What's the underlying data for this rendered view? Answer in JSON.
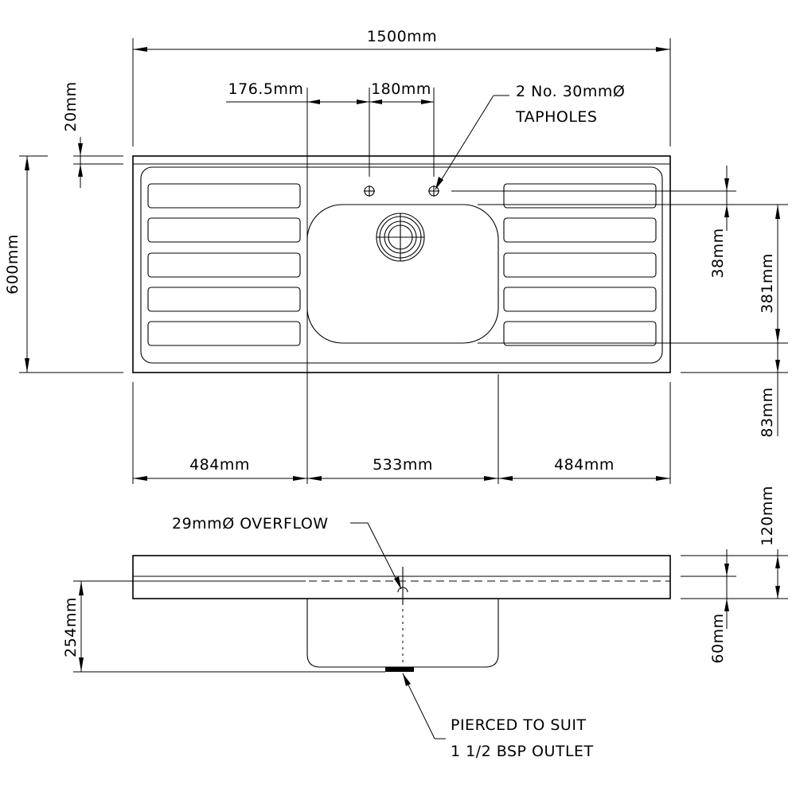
{
  "dimensions": {
    "overall_width": "1500mm",
    "left_offset": "176.5mm",
    "taphole_spacing": "180mm",
    "rim_height": "20mm",
    "overall_depth": "600mm",
    "taphole_to_bowl": "38mm",
    "bowl_length": "381mm",
    "front_margin": "83mm",
    "left_drainer": "484mm",
    "bowl_width": "533mm",
    "right_drainer": "484mm",
    "side_height": "120mm",
    "bowl_depth": "254mm",
    "overflow_height": "60mm"
  },
  "notes": {
    "tapholes_line1": "2 No. 30mmØ",
    "tapholes_line2": "TAPHOLES",
    "overflow": "29mmØ OVERFLOW",
    "outlet_line1": "PIERCED TO SUIT",
    "outlet_line2": "1 1/2 BSP OUTLET"
  }
}
